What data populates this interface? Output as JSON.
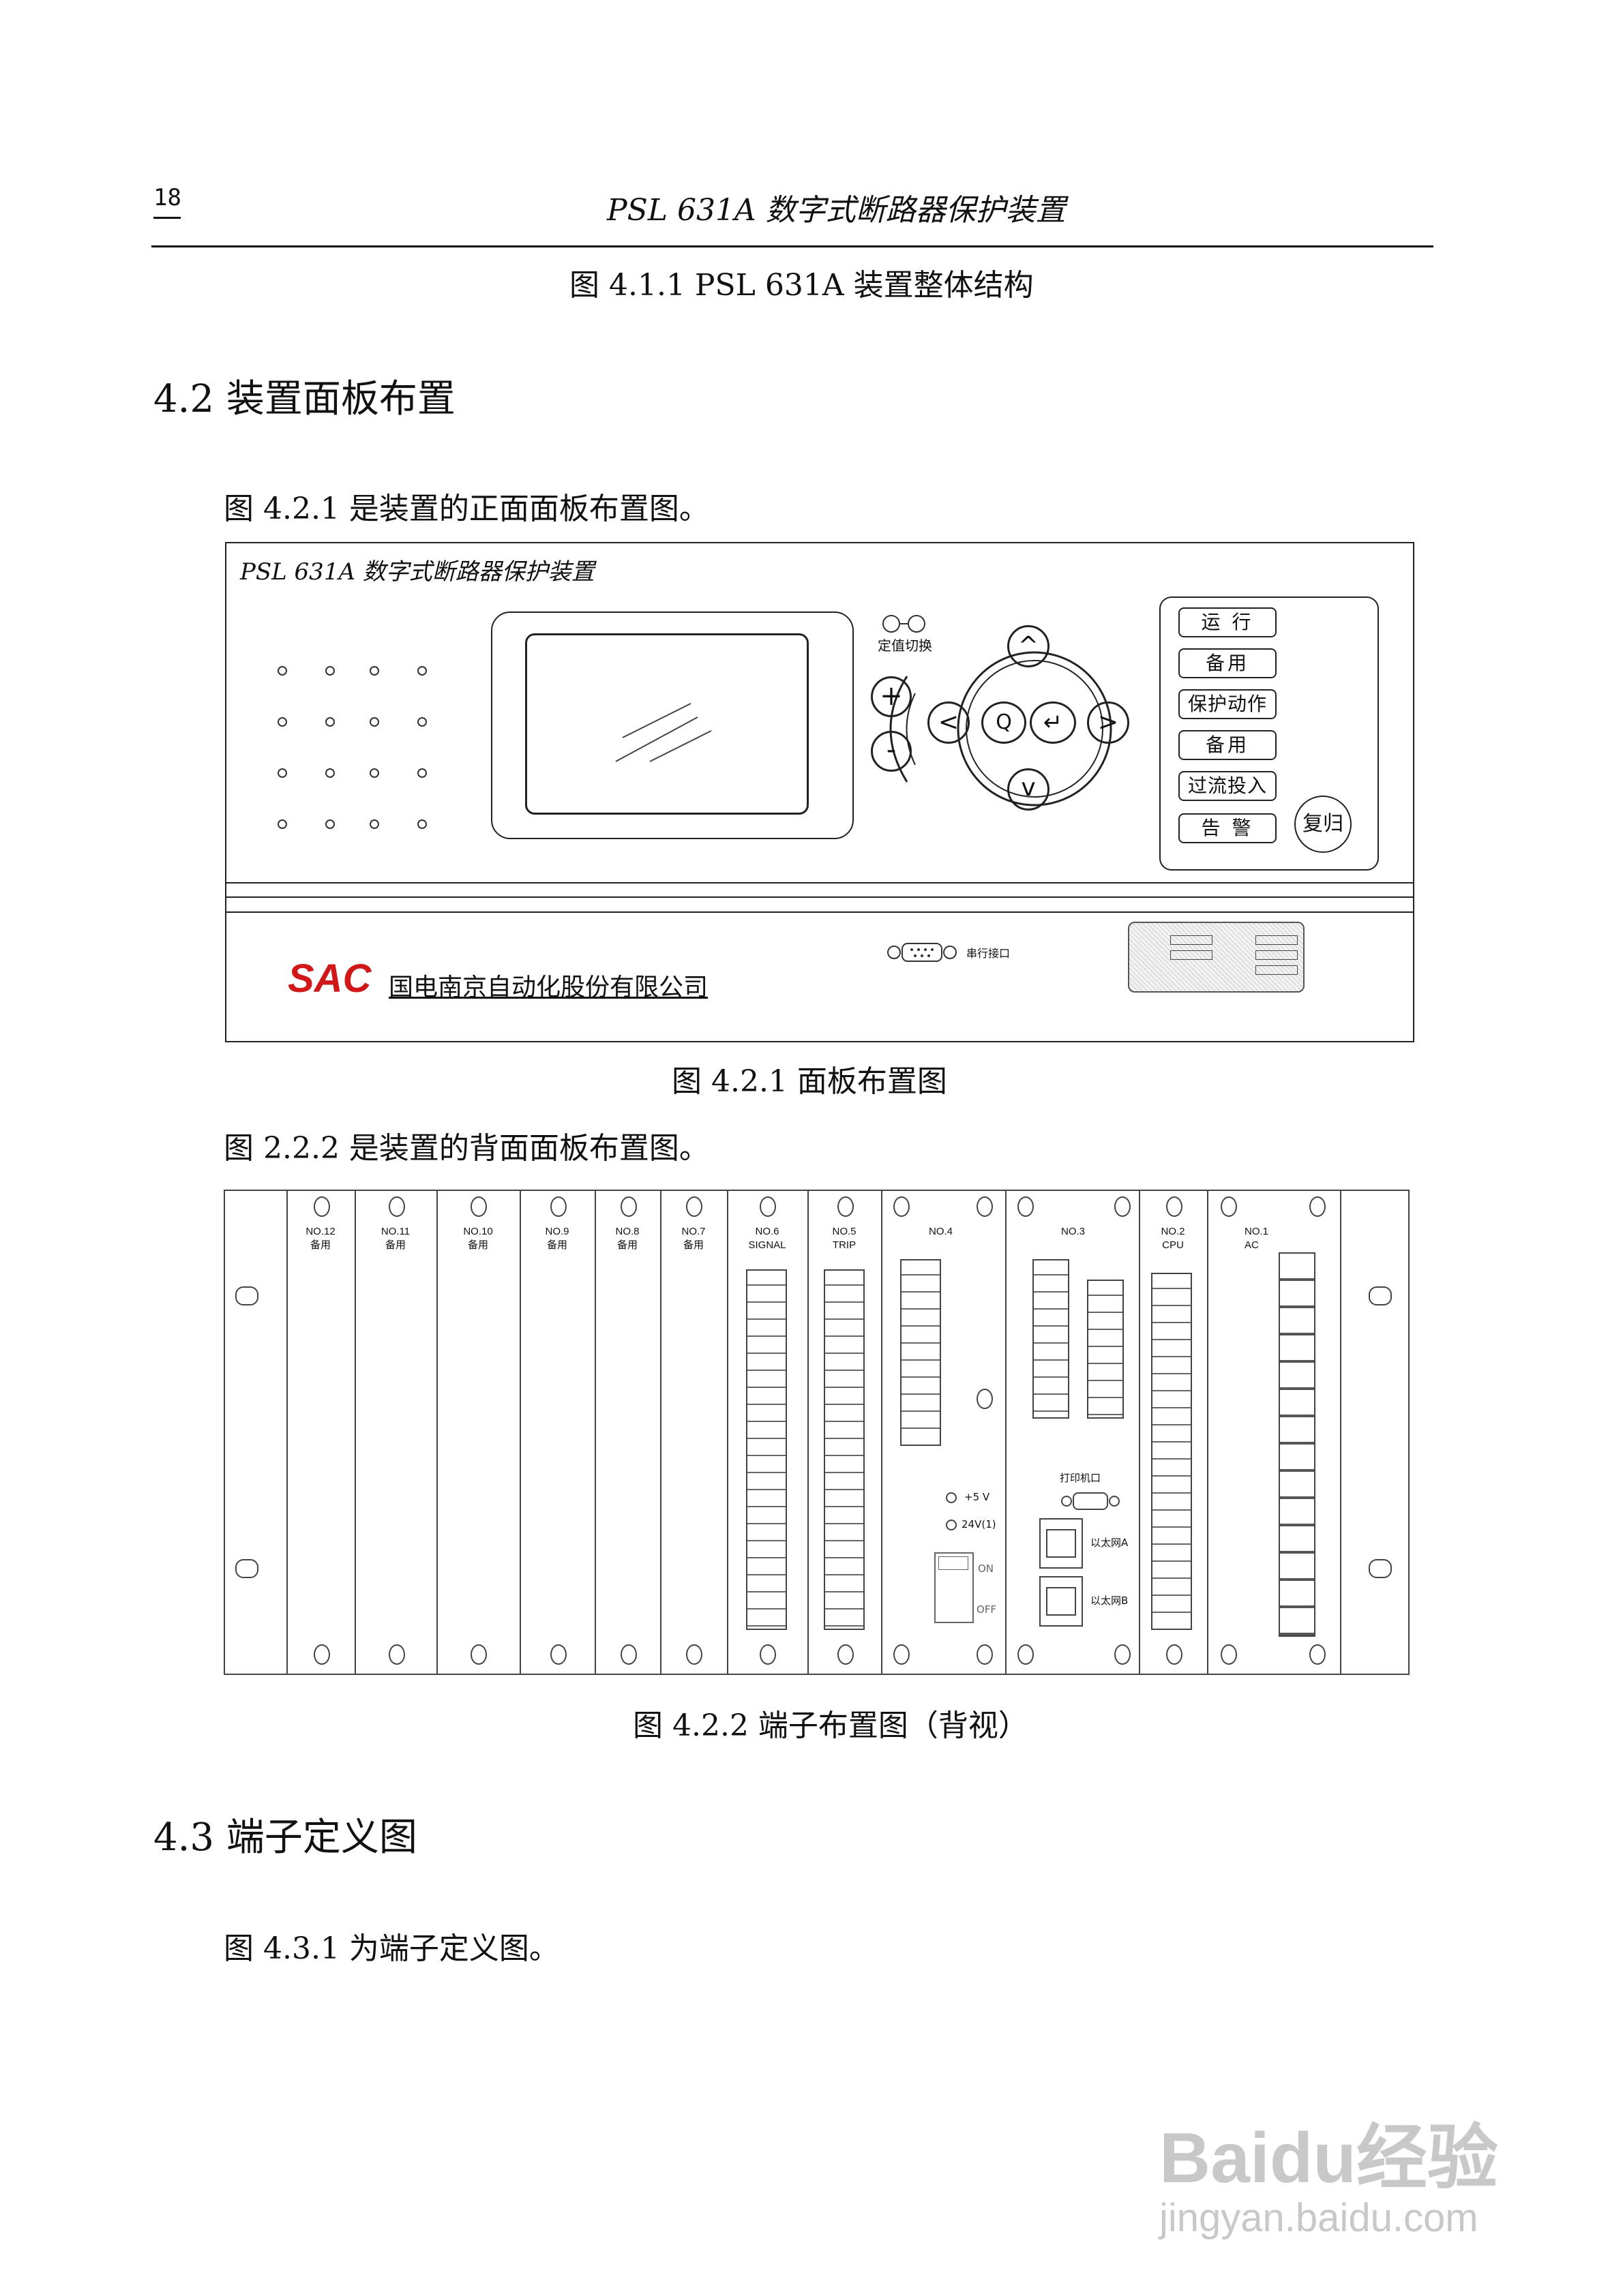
{
  "header": {
    "page_number": "18",
    "title": "PSL 631A 数字式断路器保护装置"
  },
  "fig411_caption": "图 4.1.1 PSL 631A 装置整体结构",
  "section42": {
    "heading": "4.2 装置面板布置",
    "intro": "图 4.2.1 是装置的正面面板布置图。"
  },
  "front_panel": {
    "device_title": "PSL 631A 数字式断路器保护装置",
    "setting_switch": "定值切换",
    "keys": {
      "plus": "+",
      "minus": "-",
      "up": "^",
      "down": "v",
      "left": "<",
      "right": ">",
      "q": "Q",
      "enter": "↵"
    },
    "lamps": [
      "运 行",
      "备用",
      "保护动作",
      "备用",
      "过流投入",
      "告 警"
    ],
    "reset": "复归",
    "serial_port": "串行接口",
    "logo_text": "SAC",
    "company": "国电南京自动化股份有限公司"
  },
  "fig421_caption": "图 4.2.1 面板布置图",
  "rear_intro": "图 2.2.2 是装置的背面面板布置图。",
  "rear_panel": {
    "slots": [
      {
        "no": "NO.12",
        "name": "备用"
      },
      {
        "no": "NO.11",
        "name": "备用"
      },
      {
        "no": "NO.10",
        "name": "备用"
      },
      {
        "no": "NO.9",
        "name": "备用"
      },
      {
        "no": "NO.8",
        "name": "备用"
      },
      {
        "no": "NO.7",
        "name": "备用"
      },
      {
        "no": "NO.6",
        "name": "SIGNAL"
      },
      {
        "no": "NO.5",
        "name": "TRIP"
      },
      {
        "no": "NO.4",
        "name": ""
      },
      {
        "no": "NO.3",
        "name": ""
      },
      {
        "no": "NO.2",
        "name": "CPU"
      },
      {
        "no": "NO.1",
        "name": "AC"
      }
    ],
    "plus5v": "+5 V",
    "v24": "24V(1)",
    "on": "ON",
    "off": "OFF",
    "printer": "打印机口",
    "eth_a": "以太网A",
    "eth_b": "以太网B"
  },
  "fig422_caption": "图 4.2.2 端子布置图（背视）",
  "section43": {
    "heading": "4.3 端子定义图",
    "intro": "图 4.3.1 为端子定义图。"
  },
  "watermark": {
    "brand": "Baidu经验",
    "url": "jingyan.baidu.com"
  }
}
